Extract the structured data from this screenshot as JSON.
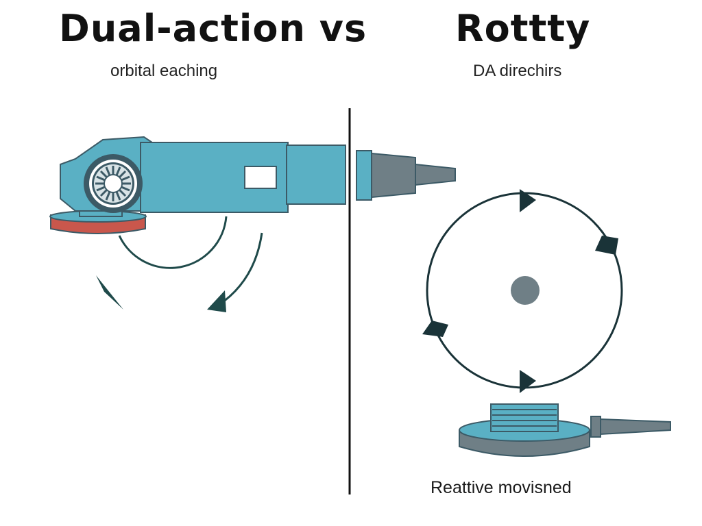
{
  "titles": {
    "left": "Dual-action vs",
    "right": "Rottty"
  },
  "subtitles": {
    "left": "orbital eaching",
    "right": "DA direchirs"
  },
  "caption": "Reattive movisned",
  "colors": {
    "tool_body": "#5ab0c4",
    "tool_outline": "#3c5a66",
    "pad_red": "#c9574c",
    "arrow": "#1f4a4a",
    "divider": "#111111",
    "hub_grey": "#6f7f86",
    "dark_outline": "#1a3338"
  }
}
